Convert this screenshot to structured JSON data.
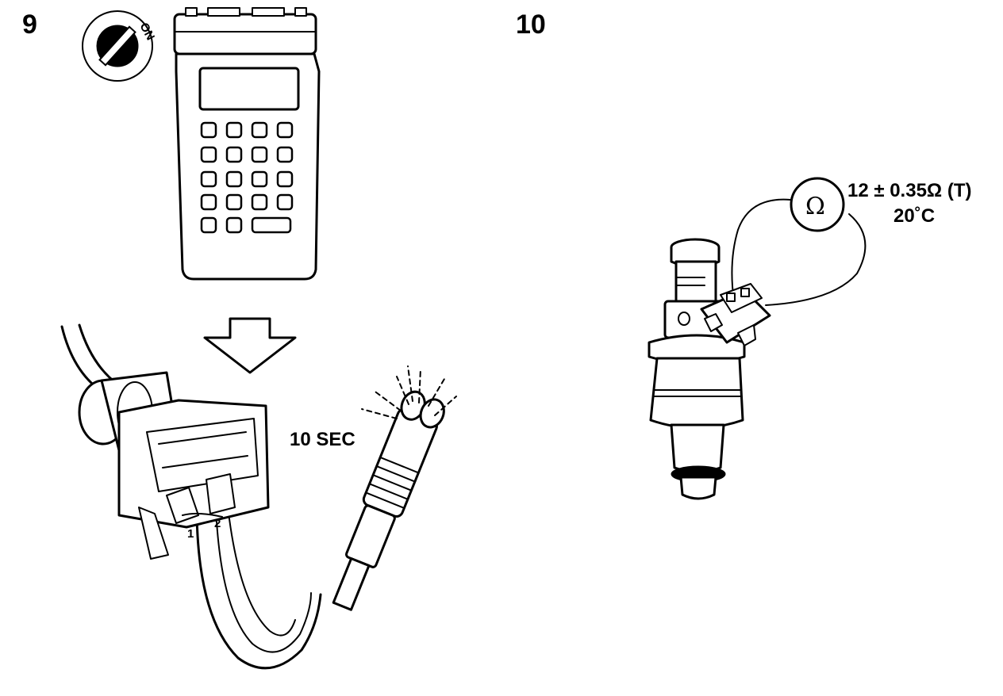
{
  "steps": [
    {
      "number": "9"
    },
    {
      "number": "10"
    }
  ],
  "labels": {
    "ignition": "ON",
    "duration": "10 SEC",
    "pin_1": "1",
    "pin_2": "2",
    "ohm_symbol": "Ω",
    "resistance": "12 ± 0.35Ω (T)",
    "temperature": "20˚C"
  }
}
